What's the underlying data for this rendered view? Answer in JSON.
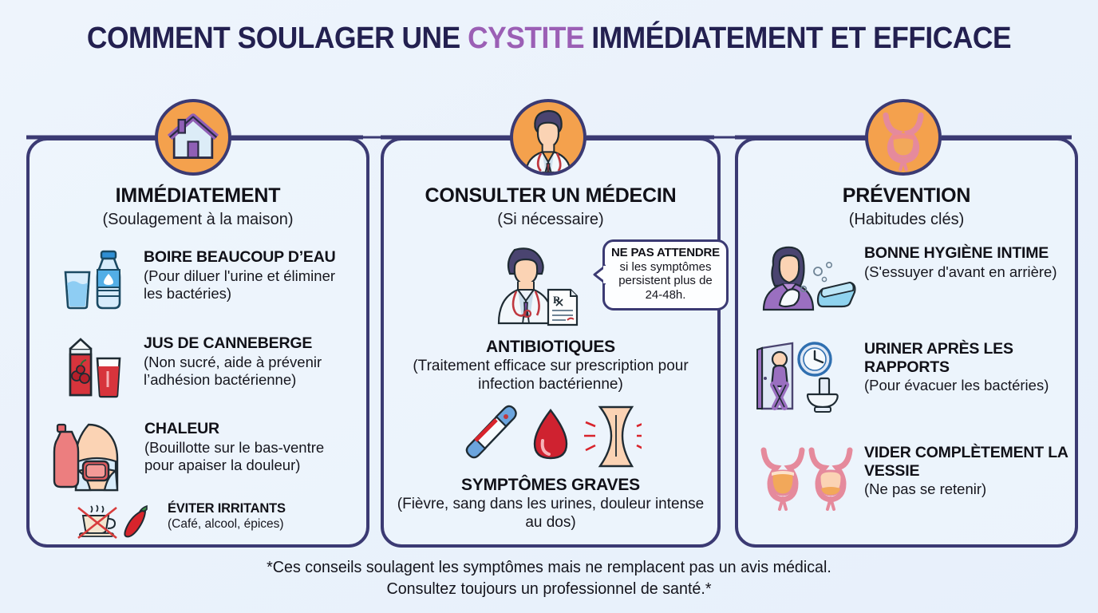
{
  "title": {
    "before": "COMMENT SOULAGER UNE ",
    "accent": "CYSTITE",
    "after": " IMMÉDIATEMENT ET EFFICACE",
    "accent_color": "#9b5fb5",
    "text_color": "#232050"
  },
  "theme": {
    "background": "#eef4fc",
    "border": "#3b3a73",
    "badge_fill": "#f4a14d",
    "bubble_bg": "#ffffff"
  },
  "columns": [
    {
      "badge_icon": "house-icon",
      "title": "IMMÉDIATEMENT",
      "subtitle": "(Soulagement à la maison)",
      "items": [
        {
          "icon": "water-bottle-glass-icon",
          "heading": "BOIRE BEAUCOUP D’EAU",
          "detail": "(Pour diluer l'urine et éliminer les bactéries)"
        },
        {
          "icon": "cranberry-juice-icon",
          "heading": "JUS DE CANNEBERGE",
          "detail": "(Non sucré, aide à prévenir l’adhésion bactérienne)"
        },
        {
          "icon": "hot-water-bottle-icon",
          "heading": "CHALEUR",
          "detail": "(Bouillotte sur le bas-ventre pour apaiser la douleur)"
        },
        {
          "icon": "no-coffee-chili-icon",
          "heading": "ÉVITER IRRITANTS",
          "detail": "(Café, alcool, épices)"
        }
      ]
    },
    {
      "badge_icon": "doctor-icon",
      "title": "CONSULTER UN MÉDECIN",
      "subtitle": "(Si nécessaire)",
      "callout": {
        "heading": "NE PAS ATTENDRE",
        "detail": "si les symptômes persistent plus de 24-48h."
      },
      "items": [
        {
          "icon": "doctor-prescription-icon",
          "heading": "ANTIBIOTIQUES",
          "detail": "(Traitement efficace sur prescription pour infection bactérienne)"
        },
        {
          "icon": "thermometer-blood-backpain-icon",
          "heading": "SYMPTÔMES GRAVES",
          "detail": "(Fièvre, sang dans les urines, douleur intense au dos)"
        }
      ]
    },
    {
      "badge_icon": "bladder-icon",
      "title": "PRÉVENTION",
      "subtitle": "(Habitudes clés)",
      "items": [
        {
          "icon": "woman-soap-hygiene-icon",
          "heading": "BONNE HYGIÈNE INTIME",
          "detail": "(S'essuyer d'avant en arrière)"
        },
        {
          "icon": "toilet-clock-icon",
          "heading": "URINER APRÈS LES RAPPORTS",
          "detail": "(Pour évacuer les bactéries)"
        },
        {
          "icon": "two-bladders-icon",
          "heading": "VIDER COMPLÈTEMENT LA VESSIE",
          "detail": "(Ne pas se retenir)"
        }
      ]
    }
  ],
  "footer": {
    "line1": "*Ces conseils soulagent les symptômes mais ne remplacent pas un avis médical.",
    "line2": "Consultez toujours un professionnel de santé.*"
  }
}
